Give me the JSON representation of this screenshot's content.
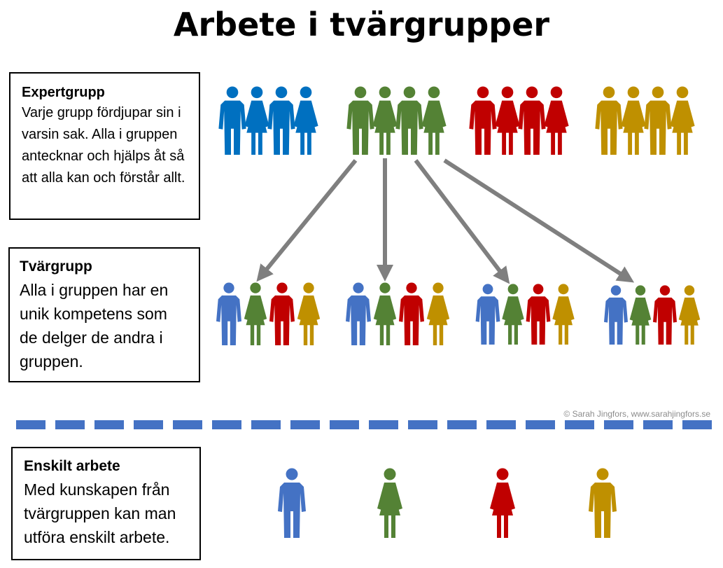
{
  "title": "Arbete i tvärgrupper",
  "expert": {
    "heading": "Expertgrupp",
    "text": "Varje grupp fördjupar sin i varsin sak. Alla i gruppen antecknar och hjälps åt så att alla kan och förstår allt."
  },
  "tvar": {
    "heading": "Tvärgrupp",
    "text": "Alla i gruppen har en unik kompetens som de delger de andra i gruppen."
  },
  "enskilt": {
    "heading": "Enskilt arbete",
    "text": "Med kunskapen från tvärgruppen kan man utföra enskilt arbete."
  },
  "credit": "© Sarah Jingfors, www.sarahjingfors.se",
  "colors": {
    "expert_blue": "#0070c0",
    "tvar_blue": "#4472c4",
    "green": "#548235",
    "red": "#c00000",
    "gold": "#bf9000",
    "arrow": "#7f7f7f",
    "dash": "#4472c4"
  }
}
